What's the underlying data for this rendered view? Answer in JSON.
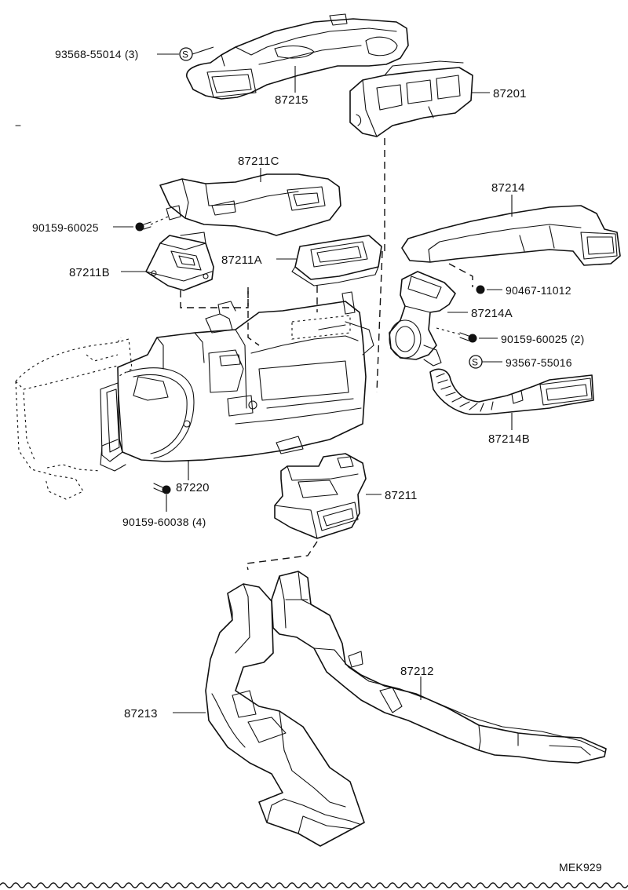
{
  "labels": {
    "p_93568": "93568-55014 (3)",
    "p_87215": "87215",
    "p_87201": "87201",
    "p_87211C": "87211C",
    "p_87214": "87214",
    "p_90159_60025": "90159-60025",
    "p_87211A": "87211A",
    "p_87211B": "87211B",
    "p_90467": "90467-11012",
    "p_87214A": "87214A",
    "p_90159_60025_2": "90159-60025 (2)",
    "p_93567": "93567-55016",
    "p_87214B": "87214B",
    "p_87220": "87220",
    "p_87211": "87211",
    "p_90159_60038": "90159-60038 (4)",
    "p_87212": "87212",
    "p_87213": "87213",
    "drawing_code": "MEK929"
  },
  "symbols": {
    "sealant_mark": "S"
  }
}
